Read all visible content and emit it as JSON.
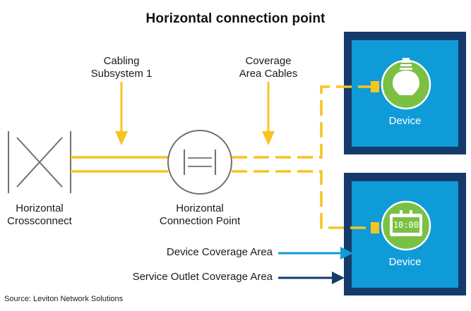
{
  "title": "Horizontal connection point",
  "labels": {
    "cabling_subsystem": [
      "Cabling",
      "Subsystem 1"
    ],
    "coverage_area_cables": [
      "Coverage",
      "Area Cables"
    ],
    "horizontal_crossconnect": [
      "Horizontal",
      "Crossconnect"
    ],
    "horizontal_connection_point": [
      "Horizontal",
      "Connection Point"
    ]
  },
  "devices": [
    {
      "label": "Device",
      "icon": "light-bulb-icon"
    },
    {
      "label": "Device",
      "icon": "digital-clock-icon",
      "display": "10:00"
    }
  ],
  "legend": {
    "device_coverage_area": "Device Coverage Area",
    "service_outlet_coverage_area": "Service Outlet Coverage Area"
  },
  "colors": {
    "cable_yellow": "#f7c41f",
    "device_blue": "#0f9bd7",
    "outlet_navy": "#153a6b",
    "device_green": "#7ac143"
  },
  "source": "Source: Leviton Network Solutions"
}
